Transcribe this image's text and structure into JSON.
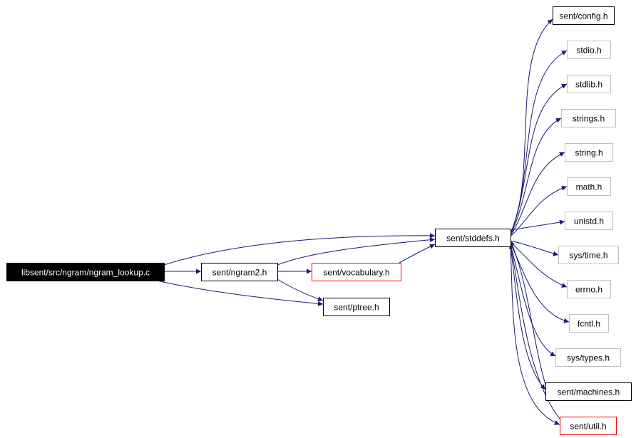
{
  "colors": {
    "edge": "#191970",
    "root_fill": "#000000",
    "root_text": "#ffffff",
    "documented_border": "#000000",
    "undocumented_border": "#bfbfbf",
    "incomplete_border": "#ff0000",
    "node_text": "#000000"
  },
  "nodes": [
    {
      "id": "ngram_lookup",
      "label": "libsent/src/ngram/ngram_lookup.c",
      "style": "root"
    },
    {
      "id": "ngram2",
      "label": "sent/ngram2.h",
      "style": "documented"
    },
    {
      "id": "vocabulary",
      "label": "sent/vocabulary.h",
      "style": "incomplete"
    },
    {
      "id": "ptree",
      "label": "sent/ptree.h",
      "style": "documented"
    },
    {
      "id": "stddefs",
      "label": "sent/stddefs.h",
      "style": "documented"
    },
    {
      "id": "config",
      "label": "sent/config.h",
      "style": "documented"
    },
    {
      "id": "stdio",
      "label": "stdio.h",
      "style": "undocumented"
    },
    {
      "id": "stdlib",
      "label": "stdlib.h",
      "style": "undocumented"
    },
    {
      "id": "strings",
      "label": "strings.h",
      "style": "undocumented"
    },
    {
      "id": "string",
      "label": "string.h",
      "style": "undocumented"
    },
    {
      "id": "math",
      "label": "math.h",
      "style": "undocumented"
    },
    {
      "id": "unistd",
      "label": "unistd.h",
      "style": "undocumented"
    },
    {
      "id": "systime",
      "label": "sys/time.h",
      "style": "undocumented"
    },
    {
      "id": "errno",
      "label": "errno.h",
      "style": "undocumented"
    },
    {
      "id": "fcntl",
      "label": "fcntl.h",
      "style": "undocumented"
    },
    {
      "id": "systypes",
      "label": "sys/types.h",
      "style": "undocumented"
    },
    {
      "id": "machines",
      "label": "sent/machines.h",
      "style": "documented"
    },
    {
      "id": "util",
      "label": "sent/util.h",
      "style": "incomplete"
    }
  ],
  "edges": [
    {
      "from": "ngram_lookup",
      "to": "ngram2"
    },
    {
      "from": "ngram_lookup",
      "to": "stddefs"
    },
    {
      "from": "ngram_lookup",
      "to": "ptree"
    },
    {
      "from": "ngram2",
      "to": "stddefs"
    },
    {
      "from": "ngram2",
      "to": "vocabulary"
    },
    {
      "from": "ngram2",
      "to": "ptree"
    },
    {
      "from": "vocabulary",
      "to": "stddefs"
    },
    {
      "from": "stddefs",
      "to": "config"
    },
    {
      "from": "stddefs",
      "to": "stdio"
    },
    {
      "from": "stddefs",
      "to": "stdlib"
    },
    {
      "from": "stddefs",
      "to": "strings"
    },
    {
      "from": "stddefs",
      "to": "string"
    },
    {
      "from": "stddefs",
      "to": "math"
    },
    {
      "from": "stddefs",
      "to": "unistd"
    },
    {
      "from": "stddefs",
      "to": "systime"
    },
    {
      "from": "stddefs",
      "to": "errno"
    },
    {
      "from": "stddefs",
      "to": "fcntl"
    },
    {
      "from": "stddefs",
      "to": "systypes"
    },
    {
      "from": "stddefs",
      "to": "machines"
    },
    {
      "from": "stddefs",
      "to": "util"
    },
    {
      "from": "machines",
      "to": "stddefs"
    },
    {
      "from": "util",
      "to": "stddefs"
    }
  ]
}
